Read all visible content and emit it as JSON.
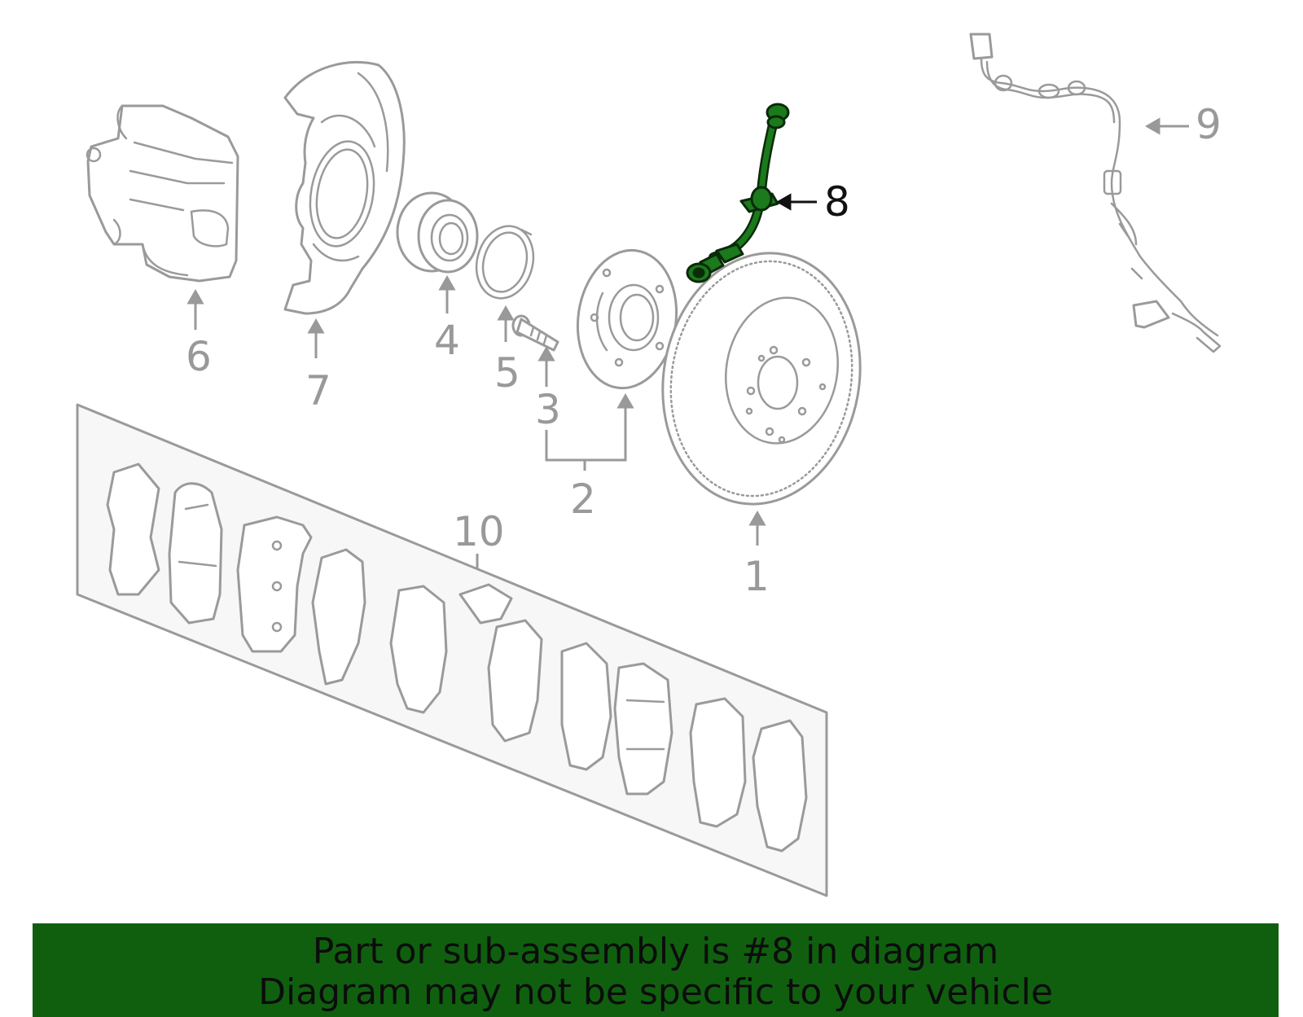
{
  "callouts": {
    "c1": "1",
    "c2": "2",
    "c3": "3",
    "c4": "4",
    "c5": "5",
    "c6": "6",
    "c7": "7",
    "c8": "8",
    "c9": "9",
    "c10": "10"
  },
  "highlighted_part": "8",
  "banner": {
    "line1": "Part or sub-assembly is #8 in diagram",
    "line2": "Diagram may not be specific to your vehicle"
  },
  "colors": {
    "highlight": "#1b7a1b",
    "banner_background": "#0f5f0f",
    "line_art": "#9a9a9a"
  }
}
